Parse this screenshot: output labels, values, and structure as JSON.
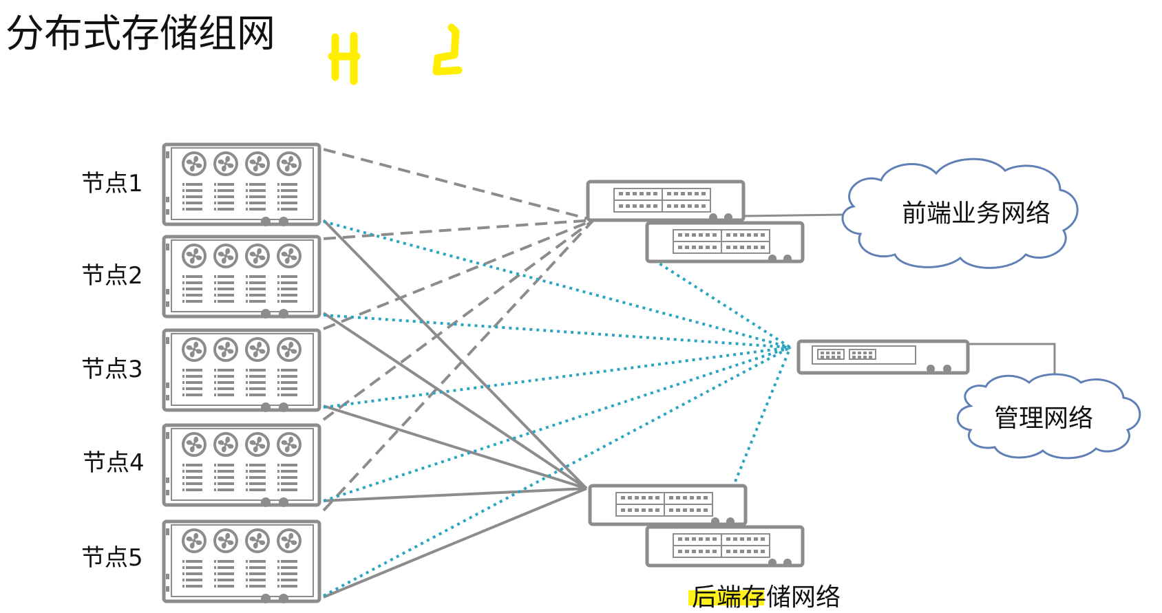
{
  "title": "分布式存储组网",
  "nodes": [
    "节点1",
    "节点2",
    "节点3",
    "节点4",
    "节点5"
  ],
  "clouds": {
    "frontend": "前端业务网络",
    "management": "管理网络"
  },
  "backend_label": "后端存储网络",
  "colors": {
    "equipment": "#8c8c8c",
    "frontend_link": "#8c8c8c",
    "management_link": "#2aa5c0",
    "highlight": "#ffee00",
    "cloud_stroke": "#5f7fb5"
  },
  "link_styles": {
    "frontend": "dashed",
    "management": "dotted",
    "backend": "solid"
  }
}
